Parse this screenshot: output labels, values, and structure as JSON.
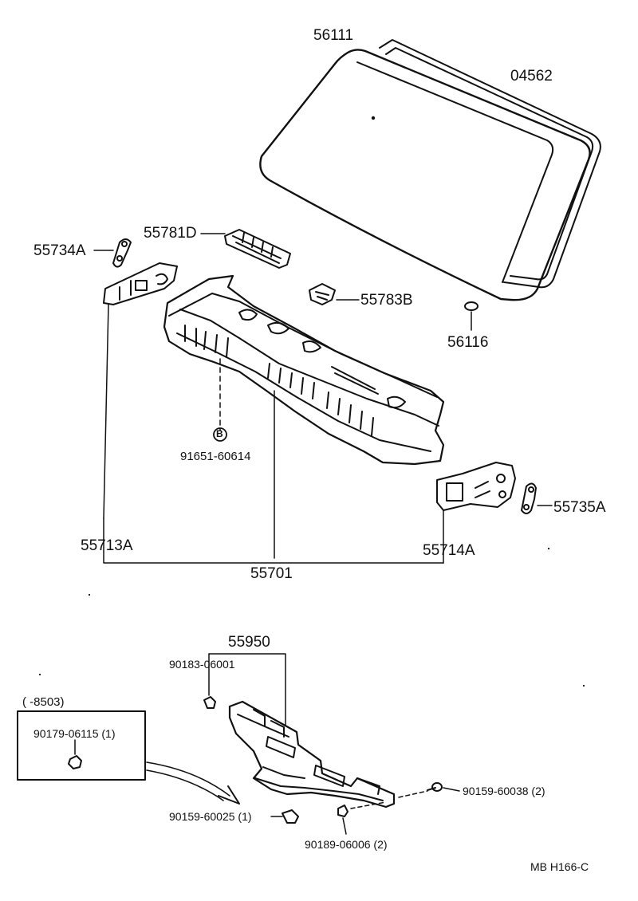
{
  "parts": {
    "windshield_glass": "56111",
    "windshield_weatherstrip": "04562",
    "clip_d": "55781D",
    "bracket_left_clip": "55734A",
    "clip_b": "55783B",
    "stopper": "56116",
    "cowl_bolt_marker": "B",
    "cowl_bolt": "91651-60614",
    "bracket_left": "55713A",
    "bracket_right": "55714A",
    "bracket_right_clip": "55735A",
    "cowl_panel": "55701",
    "louver": "55950",
    "nut_top": "90183-06001",
    "variant_range": "(      -8503)",
    "variant_nut": "90179-06115 (1)",
    "screw_bottom_left": "90159-60025 (1)",
    "screw_right": "90159-60038 (2)",
    "nut_bottom": "90189-06006 (2)"
  },
  "footer": {
    "code": "MB  H166-C"
  },
  "colors": {
    "ink": "#111111",
    "paper": "#ffffff"
  }
}
